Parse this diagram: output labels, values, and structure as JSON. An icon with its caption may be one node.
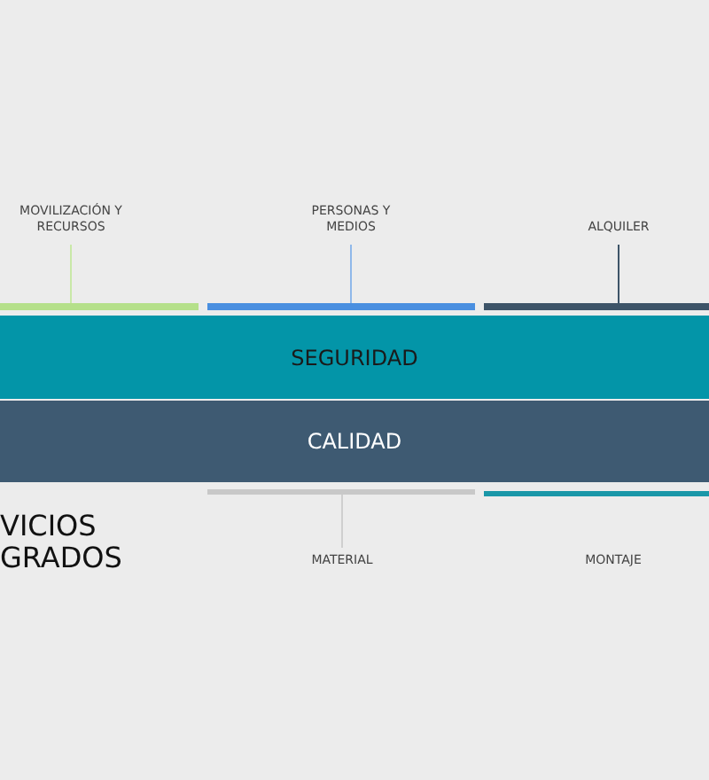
{
  "diagram": {
    "nodes": [
      {
        "text": [
          "MOVILIZACIÓN Y RECURSOS"
        ]
      },
      {
        "text": [
          "PERSONAS Y MEDIOS"
        ]
      },
      {
        "text": [
          "ALQUILER"
        ]
      },
      {
        "text": [],
        "shape": "bar"
      },
      {
        "text": [],
        "shape": "bar"
      },
      {
        "text": [],
        "shape": "bar"
      },
      {
        "text": [
          "SEGURIDAD"
        ]
      },
      {
        "text": [
          "CALIDAD"
        ]
      },
      {
        "text": [],
        "shape": "bar"
      },
      {
        "text": [],
        "shape": "bar"
      },
      {
        "text": [
          "MATERIAL"
        ]
      }
    ],
    "edges": [
      {
        "from": 0,
        "to": 3,
        "arrow": "none",
        "color": "#c9e8a8"
      },
      {
        "from": 1,
        "to": 4,
        "arrow": "none",
        "color": "#8fb8ea"
      },
      {
        "from": 2,
        "to": 5,
        "arrow": "none",
        "color": "#3d5468"
      },
      {
        "from": 10,
        "to": 8,
        "arrow": "none",
        "color": "#cfcfcf"
      }
    ],
    "labels": [
      "VICIOS GRADOS",
      "MONTAJE"
    ]
  }
}
